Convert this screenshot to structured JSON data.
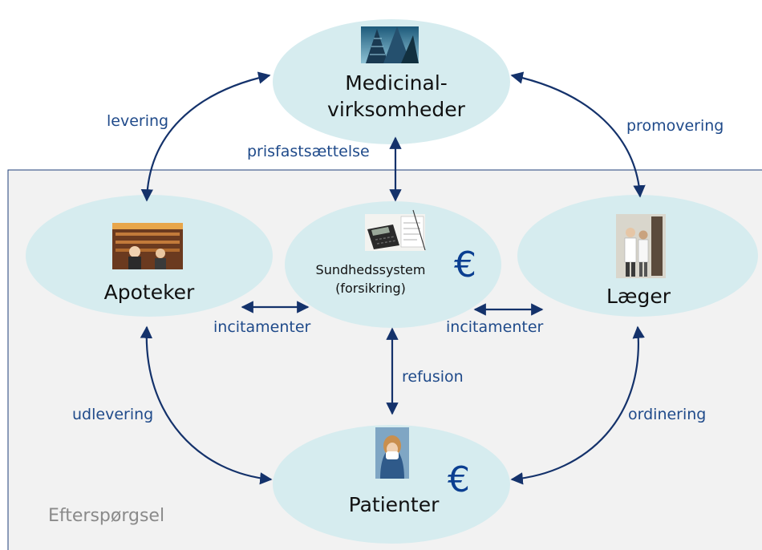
{
  "region": {
    "label": "Efterspørgsel"
  },
  "nodes": {
    "manufacturers": {
      "label_line1": "Medicinal-",
      "label_line2": "virksomheder",
      "icon": "office-building-icon"
    },
    "pharmacies": {
      "label": "Apoteker",
      "icon": "pharmacy-photo-icon"
    },
    "health_system": {
      "label_line1": "Sundhedssystem",
      "label_line2": "(forsikring)",
      "icon": "calculator-documents-icon",
      "currency_symbol": "€"
    },
    "doctors": {
      "label": "Læger",
      "icon": "doctors-photo-icon"
    },
    "patients": {
      "label": "Patienter",
      "icon": "patient-photo-icon",
      "currency_symbol": "€"
    }
  },
  "edges": {
    "levering": "levering",
    "prisfastsaettelse": "prisfastsættelse",
    "promovering": "promovering",
    "incitamenter_left": "incitamenter",
    "incitamenter_right": "incitamenter",
    "refusion": "refusion",
    "udlevering": "udlevering",
    "ordinering": "ordinering"
  },
  "colors": {
    "ellipse_fill": "#d6ecef",
    "region_fill": "#f2f2f2",
    "region_border": "#1f3f7a",
    "arrow": "#14326b",
    "edge_text": "#1f4a8a",
    "euro": "#0b3f91",
    "demand_text": "#8a8a8a"
  }
}
